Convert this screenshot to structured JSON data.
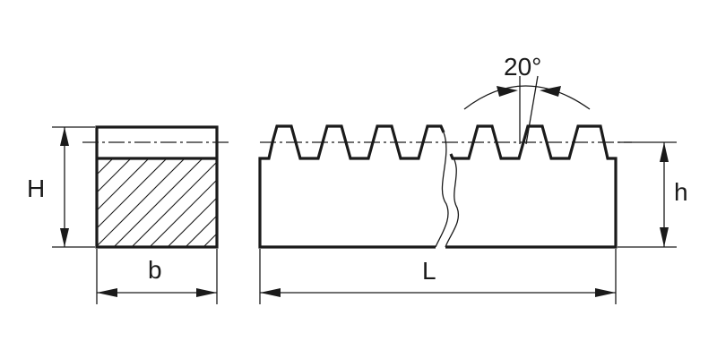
{
  "labels": {
    "height_total": "H",
    "width": "b",
    "length": "L",
    "height_to_pitch": "h",
    "pressure_angle": "20°"
  }
}
